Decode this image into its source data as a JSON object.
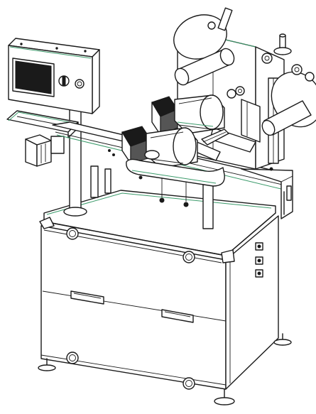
{
  "drawing": {
    "colors": {
      "line": "#1a1a1a",
      "highlight": "#3a9a6a",
      "background": "#ffffff",
      "screen": "#1a1a1a",
      "panel": "#e6e6e6"
    },
    "parts": {
      "control_box": "control-panel",
      "touch_screen": "touch-screen",
      "selector_switch": "selector-switch-icon",
      "push_button": "push-button-icon",
      "label_roll": "label-roll",
      "motor": "servo-motor",
      "conveyor": "conveyor-belt",
      "cabinet": "base-cabinet",
      "handles": "drawer-handle",
      "feet": "leveling-foot",
      "connectors": "cable-connector-icon"
    }
  }
}
